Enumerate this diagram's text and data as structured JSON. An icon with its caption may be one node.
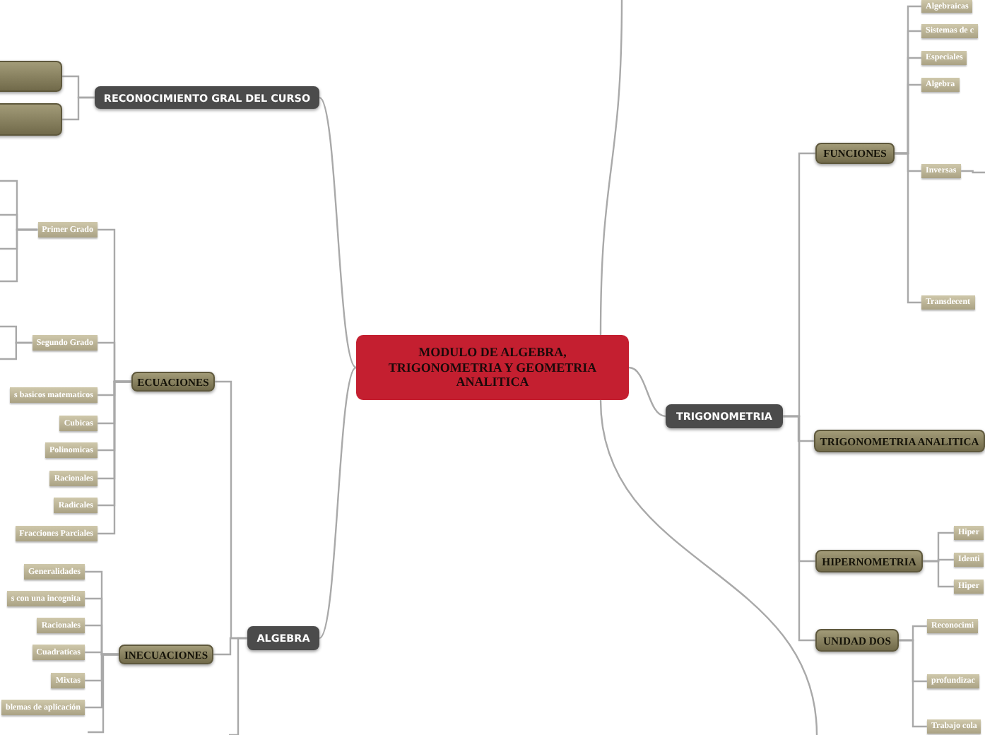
{
  "diagram": {
    "nodes": [
      {
        "text": [
          "MODULO DE ALGEBRA, TRIGONOMETRIA Y GEOMETRIA ANALITICA"
        ]
      },
      {
        "text": [
          "RECONOCIMIENTO GRAL DEL CURSO"
        ]
      },
      {
        "text": [],
        "shape": "box"
      },
      {
        "text": [],
        "shape": "box"
      },
      {
        "text": [
          "ECUACIONES"
        ]
      },
      {
        "text": [
          "Primer Grado"
        ]
      },
      {
        "text": [
          "Segundo Grado"
        ]
      },
      {
        "text": [
          "s basicos matematicos"
        ]
      },
      {
        "text": [
          "Cubicas"
        ]
      },
      {
        "text": [
          "Polinomicas"
        ]
      },
      {
        "text": [
          "Racionales"
        ]
      },
      {
        "text": [
          "Radicales"
        ]
      },
      {
        "text": [
          "Fracciones Parciales"
        ]
      },
      {
        "text": [
          "INECUACIONES"
        ]
      },
      {
        "text": [
          "Generalidades"
        ]
      },
      {
        "text": [
          "s con una incognita"
        ]
      },
      {
        "text": [
          "Racionales"
        ]
      },
      {
        "text": [
          "Cuadraticas"
        ]
      },
      {
        "text": [
          "Mixtas"
        ]
      },
      {
        "text": [
          "blemas de aplicación"
        ]
      },
      {
        "text": [
          "ALGEBRA"
        ]
      },
      {
        "text": [
          "TRIGONOMETRIA"
        ]
      },
      {
        "text": [
          "FUNCIONES"
        ]
      },
      {
        "text": [
          "Algebraicas"
        ]
      },
      {
        "text": [
          "Sistemas de c"
        ]
      },
      {
        "text": [
          "Especiales"
        ]
      },
      {
        "text": [
          "Algebra"
        ]
      },
      {
        "text": [
          "Inversas"
        ]
      },
      {
        "text": [
          "Transdecent"
        ]
      },
      {
        "text": [
          "TRIGONOMETRIA ANALITICA"
        ]
      },
      {
        "text": [
          "HIPERNOMETRIA"
        ]
      },
      {
        "text": [
          "Hiper"
        ]
      },
      {
        "text": [
          "Identi"
        ]
      },
      {
        "text": [
          "Hiper"
        ]
      },
      {
        "text": [
          "UNIDAD DOS"
        ]
      },
      {
        "text": [
          "Reconocimi"
        ]
      },
      {
        "text": [
          "profundizac"
        ]
      },
      {
        "text": [
          "Trabajo cola"
        ]
      }
    ],
    "edges": [
      {
        "from": 0,
        "to": 1,
        "arrow": "none"
      },
      {
        "from": 0,
        "to": 20,
        "arrow": "none"
      },
      {
        "from": 0,
        "to": 21,
        "arrow": "none"
      },
      {
        "from": 0,
        "to": null,
        "arrow": "none"
      },
      {
        "from": 0,
        "to": null,
        "arrow": "none"
      },
      {
        "from": 1,
        "to": 2,
        "arrow": "none"
      },
      {
        "from": 1,
        "to": 3,
        "arrow": "none"
      },
      {
        "from": 20,
        "to": 4,
        "arrow": "none"
      },
      {
        "from": 20,
        "to": 13,
        "arrow": "none"
      },
      {
        "from": 20,
        "to": null,
        "arrow": "none"
      },
      {
        "from": 4,
        "to": 5,
        "arrow": "none"
      },
      {
        "from": 4,
        "to": 6,
        "arrow": "none"
      },
      {
        "from": 4,
        "to": 7,
        "arrow": "none"
      },
      {
        "from": 4,
        "to": 8,
        "arrow": "none"
      },
      {
        "from": 4,
        "to": 9,
        "arrow": "none"
      },
      {
        "from": 4,
        "to": 10,
        "arrow": "none"
      },
      {
        "from": 4,
        "to": 11,
        "arrow": "none"
      },
      {
        "from": 4,
        "to": 12,
        "arrow": "none"
      },
      {
        "from": 13,
        "to": 14,
        "arrow": "none"
      },
      {
        "from": 13,
        "to": 15,
        "arrow": "none"
      },
      {
        "from": 13,
        "to": 16,
        "arrow": "none"
      },
      {
        "from": 13,
        "to": 17,
        "arrow": "none"
      },
      {
        "from": 13,
        "to": 18,
        "arrow": "none"
      },
      {
        "from": 13,
        "to": 19,
        "arrow": "none"
      },
      {
        "from": 13,
        "to": null,
        "arrow": "none"
      },
      {
        "from": 5,
        "to": null,
        "arrow": "none"
      },
      {
        "from": 5,
        "to": null,
        "arrow": "none"
      },
      {
        "from": 5,
        "to": null,
        "arrow": "none"
      },
      {
        "from": 5,
        "to": null,
        "arrow": "none"
      },
      {
        "from": 6,
        "to": null,
        "arrow": "none"
      },
      {
        "from": 6,
        "to": null,
        "arrow": "none"
      },
      {
        "from": 21,
        "to": 22,
        "arrow": "none"
      },
      {
        "from": 21,
        "to": 29,
        "arrow": "none"
      },
      {
        "from": 21,
        "to": 30,
        "arrow": "none"
      },
      {
        "from": 21,
        "to": 34,
        "arrow": "none"
      },
      {
        "from": 22,
        "to": 23,
        "arrow": "none"
      },
      {
        "from": 22,
        "to": 24,
        "arrow": "none"
      },
      {
        "from": 22,
        "to": 25,
        "arrow": "none"
      },
      {
        "from": 22,
        "to": 26,
        "arrow": "none"
      },
      {
        "from": 22,
        "to": 27,
        "arrow": "none"
      },
      {
        "from": 22,
        "to": 28,
        "arrow": "none"
      },
      {
        "from": 27,
        "to": null,
        "arrow": "none"
      },
      {
        "from": 30,
        "to": 31,
        "arrow": "none"
      },
      {
        "from": 30,
        "to": 32,
        "arrow": "none"
      },
      {
        "from": 30,
        "to": 33,
        "arrow": "none"
      },
      {
        "from": 34,
        "to": 35,
        "arrow": "none"
      },
      {
        "from": 34,
        "to": 36,
        "arrow": "none"
      },
      {
        "from": 34,
        "to": 37,
        "arrow": "none"
      }
    ]
  }
}
